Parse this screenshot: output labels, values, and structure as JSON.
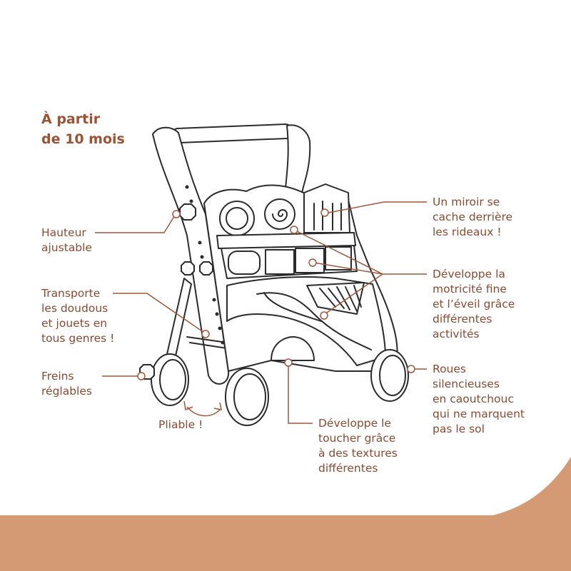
{
  "colors": {
    "accent": "#a0563a",
    "band": "#d49a73",
    "line": "#2b2b2b"
  },
  "title": "À partir\nde 10 mois",
  "callouts": {
    "hauteur": "Hauteur\najustable",
    "transporte": "Transporte\nles doudous\net jouets en\ntous genres !",
    "freins": "Freins\nréglables",
    "pliable": "Pliable !",
    "miroir": "Un miroir se\ncache derrière\nles rideaux !",
    "motricite": "Développe la\nmotricité fine\net l’éveil grâce\ndifférentes\nactivités",
    "roues": "Roues\nsilencieuses\nen caoutchouc\nqui ne marquent\npas le sol",
    "toucher": "Développe le\ntoucher grâce\nà des textures\ndifférentes"
  },
  "icons": {
    "fold": "curved-double-arrow-icon",
    "marker": "circle-marker-icon"
  }
}
